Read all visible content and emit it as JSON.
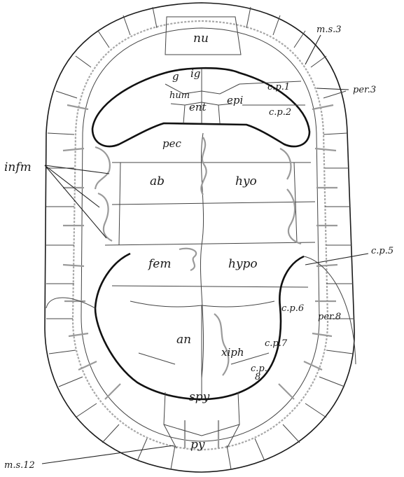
{
  "labels": {
    "nu": "nu",
    "ms3": "m.s.3",
    "g": "g",
    "ig": "ig",
    "hum": "hum",
    "cp1": "c.p.1",
    "per3": "per.3",
    "epi": "epi",
    "ent": "ent",
    "cp2": "c.p.2",
    "infm": "infm",
    "pec": "pec",
    "ab": "ab",
    "hyo": "hyo",
    "fem": "fem",
    "hypo": "hypo",
    "cp5": "c.p.5",
    "cp6": "c.p.6",
    "per8": "per.8",
    "an": "an",
    "xiph": "xiph",
    "cp7": "c.p.7",
    "cp8a": "c.p.",
    "cp8b": "8",
    "spy": "spy",
    "py": "py",
    "ms12": "m.s.12"
  }
}
